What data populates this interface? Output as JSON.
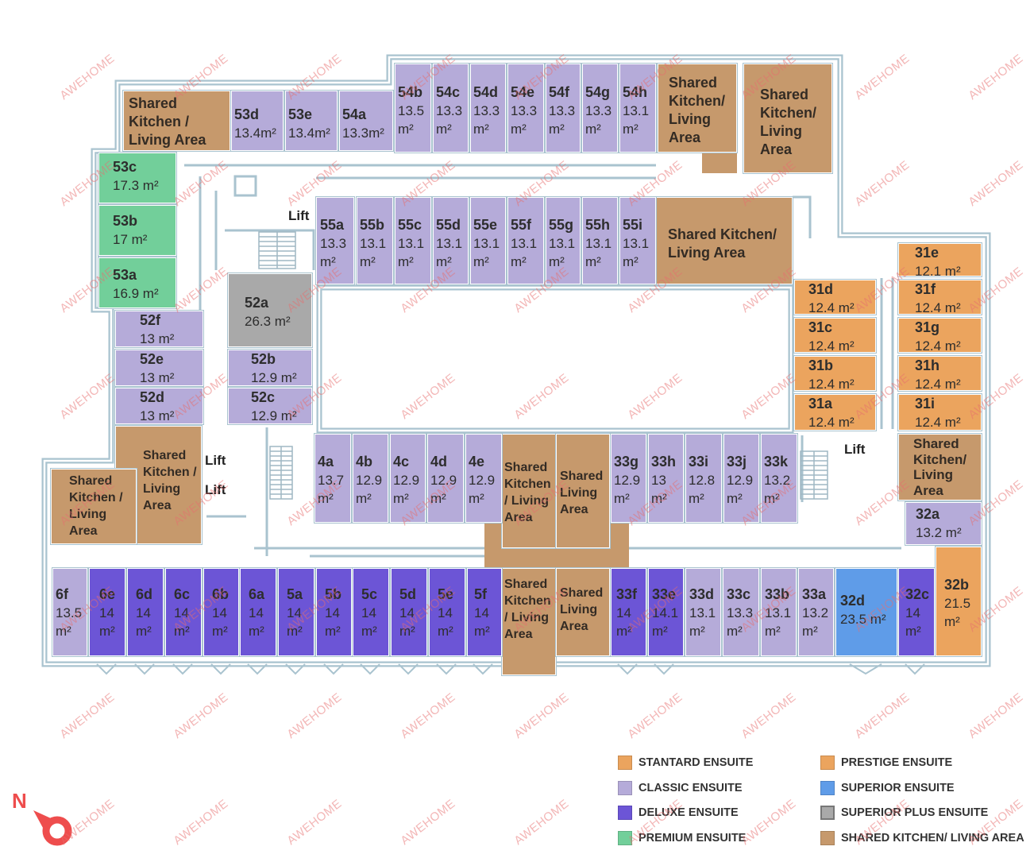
{
  "watermark": "AWEHOME",
  "north_label": "N",
  "lift_label": "Lift",
  "wall_color": "#a9c3cf",
  "legend": [
    {
      "key": "standard",
      "label": "STANTARD ENSUITE",
      "color": "#eba45e"
    },
    {
      "key": "classic",
      "label": "CLASSIC ENSUITE",
      "color": "#b5abd9"
    },
    {
      "key": "deluxe",
      "label": "DELUXE ENSUITE",
      "color": "#6c55d6"
    },
    {
      "key": "premium",
      "label": "PREMIUM ENSUITE",
      "color": "#72cf9a"
    },
    {
      "key": "prestige",
      "label": "PRESTIGE ENSUITE",
      "color": "#eba45e"
    },
    {
      "key": "superior",
      "label": "SUPERIOR ENSUITE",
      "color": "#5f9ce8"
    },
    {
      "key": "superior_plus",
      "label": "SUPERIOR PLUS ENSUITE",
      "color": "#a9a9a9"
    },
    {
      "key": "shared",
      "label": "SHARED KITCHEN/ LIVING AREA",
      "color": "#c6996c"
    }
  ],
  "shared_areas": [
    {
      "text": "Shared Kitchen / Living Area"
    },
    {
      "text": "Shared Kitchen/ Living Area"
    },
    {
      "text": "Shared Kitchen/ Living Area"
    },
    {
      "text": "Shared Kitchen/ Living Area"
    },
    {
      "text": "Shared Kitchen/ Living Area"
    },
    {
      "text": "Shared Kitchen / Living Area"
    },
    {
      "text": "Shared Kitchen / Living Area"
    },
    {
      "text": "Shared Kitchen / Living Area"
    },
    {
      "text": "Shared Living Area"
    },
    {
      "text": "Shared Kitchen / Living Area"
    },
    {
      "text": "Shared Living Area"
    }
  ],
  "rooms": [
    {
      "id": "53d",
      "area": "13.4m²",
      "type": "classic"
    },
    {
      "id": "53e",
      "area": "13.4m²",
      "type": "classic"
    },
    {
      "id": "54a",
      "area": "13.3m²",
      "type": "classic"
    },
    {
      "id": "54b",
      "area": "13.5 m²",
      "type": "classic"
    },
    {
      "id": "54c",
      "area": "13.3 m²",
      "type": "classic"
    },
    {
      "id": "54d",
      "area": "13.3 m²",
      "type": "classic"
    },
    {
      "id": "54e",
      "area": "13.3 m²",
      "type": "classic"
    },
    {
      "id": "54f",
      "area": "13.3 m²",
      "type": "classic"
    },
    {
      "id": "54g",
      "area": "13.3 m²",
      "type": "classic"
    },
    {
      "id": "54h",
      "area": "13.1 m²",
      "type": "classic"
    },
    {
      "id": "53c",
      "area": "17.3 m²",
      "type": "premium"
    },
    {
      "id": "53b",
      "area": "17 m²",
      "type": "premium"
    },
    {
      "id": "53a",
      "area": "16.9 m²",
      "type": "premium"
    },
    {
      "id": "52a",
      "area": "26.3 m²",
      "type": "superior_plus"
    },
    {
      "id": "52f",
      "area": "13 m²",
      "type": "classic"
    },
    {
      "id": "52e",
      "area": "13 m²",
      "type": "classic"
    },
    {
      "id": "52d",
      "area": "13 m²",
      "type": "classic"
    },
    {
      "id": "52b",
      "area": "12.9 m²",
      "type": "classic"
    },
    {
      "id": "52c",
      "area": "12.9 m²",
      "type": "classic"
    },
    {
      "id": "55a",
      "area": "13.3 m²",
      "type": "classic"
    },
    {
      "id": "55b",
      "area": "13.1 m²",
      "type": "classic"
    },
    {
      "id": "55c",
      "area": "13.1 m²",
      "type": "classic"
    },
    {
      "id": "55d",
      "area": "13.1 m²",
      "type": "classic"
    },
    {
      "id": "55e",
      "area": "13.1 m²",
      "type": "classic"
    },
    {
      "id": "55f",
      "area": "13.1 m²",
      "type": "classic"
    },
    {
      "id": "55g",
      "area": "13.1 m²",
      "type": "classic"
    },
    {
      "id": "55h",
      "area": "13.1 m²",
      "type": "classic"
    },
    {
      "id": "55i",
      "area": "13.1 m²",
      "type": "classic"
    },
    {
      "id": "31e",
      "area": "12.1 m²",
      "type": "standard"
    },
    {
      "id": "31f",
      "area": "12.4 m²",
      "type": "standard"
    },
    {
      "id": "31g",
      "area": "12.4 m²",
      "type": "standard"
    },
    {
      "id": "31h",
      "area": "12.4 m²",
      "type": "standard"
    },
    {
      "id": "31i",
      "area": "12.4 m²",
      "type": "standard"
    },
    {
      "id": "31d",
      "area": "12.4 m²",
      "type": "standard"
    },
    {
      "id": "31c",
      "area": "12.4 m²",
      "type": "standard"
    },
    {
      "id": "31b",
      "area": "12.4 m²",
      "type": "standard"
    },
    {
      "id": "31a",
      "area": "12.4 m²",
      "type": "standard"
    },
    {
      "id": "32a",
      "area": "13.2 m²",
      "type": "classic"
    },
    {
      "id": "4a",
      "area": "13.7 m²",
      "type": "classic"
    },
    {
      "id": "4b",
      "area": "12.9 m²",
      "type": "classic"
    },
    {
      "id": "4c",
      "area": "12.9 m²",
      "type": "classic"
    },
    {
      "id": "4d",
      "area": "12.9 m²",
      "type": "classic"
    },
    {
      "id": "4e",
      "area": "12.9 m²",
      "type": "classic"
    },
    {
      "id": "33g",
      "area": "12.9 m²",
      "type": "classic"
    },
    {
      "id": "33h",
      "area": "13 m²",
      "type": "classic"
    },
    {
      "id": "33i",
      "area": "12.8 m²",
      "type": "classic"
    },
    {
      "id": "33j",
      "area": "12.9 m²",
      "type": "classic"
    },
    {
      "id": "33k",
      "area": "13.2 m²",
      "type": "classic"
    },
    {
      "id": "6f",
      "area": "13.5 m²",
      "type": "classic"
    },
    {
      "id": "6e",
      "area": "14 m²",
      "type": "deluxe"
    },
    {
      "id": "6d",
      "area": "14 m²",
      "type": "deluxe"
    },
    {
      "id": "6c",
      "area": "14 m²",
      "type": "deluxe"
    },
    {
      "id": "6b",
      "area": "14 m²",
      "type": "deluxe"
    },
    {
      "id": "6a",
      "area": "14 m²",
      "type": "deluxe"
    },
    {
      "id": "5a",
      "area": "14 m²",
      "type": "deluxe"
    },
    {
      "id": "5b",
      "area": "14 m²",
      "type": "deluxe"
    },
    {
      "id": "5c",
      "area": "14 m²",
      "type": "deluxe"
    },
    {
      "id": "5d",
      "area": "14 m²",
      "type": "deluxe"
    },
    {
      "id": "5e",
      "area": "14 m²",
      "type": "deluxe"
    },
    {
      "id": "5f",
      "area": "14 m²",
      "type": "deluxe"
    },
    {
      "id": "33f",
      "area": "14 m²",
      "type": "deluxe"
    },
    {
      "id": "33e",
      "area": "14.1 m²",
      "type": "deluxe"
    },
    {
      "id": "33d",
      "area": "13.1 m²",
      "type": "classic"
    },
    {
      "id": "33c",
      "area": "13.3 m²",
      "type": "classic"
    },
    {
      "id": "33b",
      "area": "13.1 m²",
      "type": "classic"
    },
    {
      "id": "33a",
      "area": "13.2 m²",
      "type": "classic"
    },
    {
      "id": "32d",
      "area": "23.5 m²",
      "type": "superior"
    },
    {
      "id": "32c",
      "area": "14 m²",
      "type": "deluxe"
    },
    {
      "id": "32b",
      "area": "21.5 m²",
      "type": "prestige"
    }
  ]
}
